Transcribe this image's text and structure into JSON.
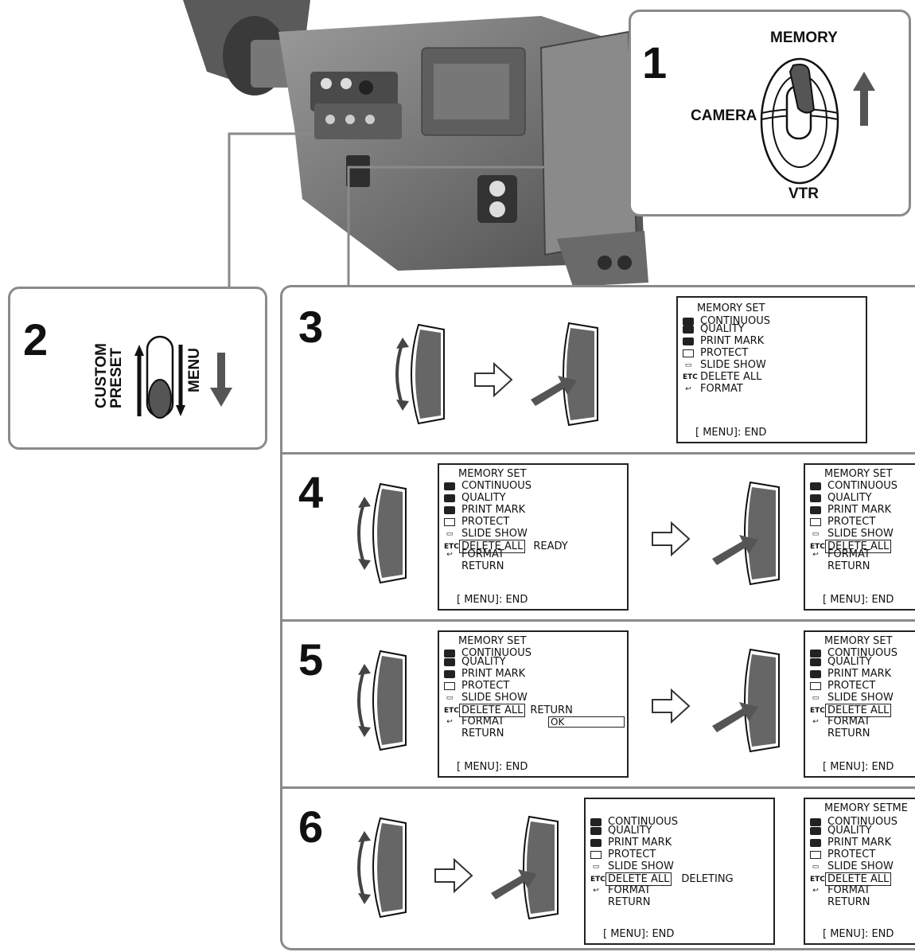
{
  "steps": {
    "s1": "1",
    "s2": "2",
    "s3": "3",
    "s4": "4",
    "s5": "5",
    "s6": "6"
  },
  "switch1": {
    "top": "MEMORY",
    "left": "CAMERA",
    "bottom": "VTR"
  },
  "switch2": {
    "left_line1": "CUSTOM",
    "left_line2": "PRESET",
    "right": "MENU"
  },
  "menu": {
    "title": "MEMORY SET",
    "title_cut": "MEMORY SETME",
    "items": [
      "CONTINUOUS",
      "QUALITY",
      "PRINT MARK",
      "PROTECT",
      "SLIDE SHOW",
      "DELETE ALL",
      "FORMAT",
      "RETURN"
    ],
    "end": "[ MENU]: END",
    "status_ready": "READY",
    "status_return": "RETURN",
    "status_ok": "OK",
    "status_deleting": "DELETING"
  },
  "colors": {
    "panel_border": "#8a8a8a",
    "ink": "#111111",
    "camera_body": "#6e6e6e"
  },
  "icons": [
    "up-arrow-icon",
    "down-arrow-icon",
    "right-hollow-arrow-icon",
    "control-dial-icon",
    "press-arrow-icon"
  ]
}
